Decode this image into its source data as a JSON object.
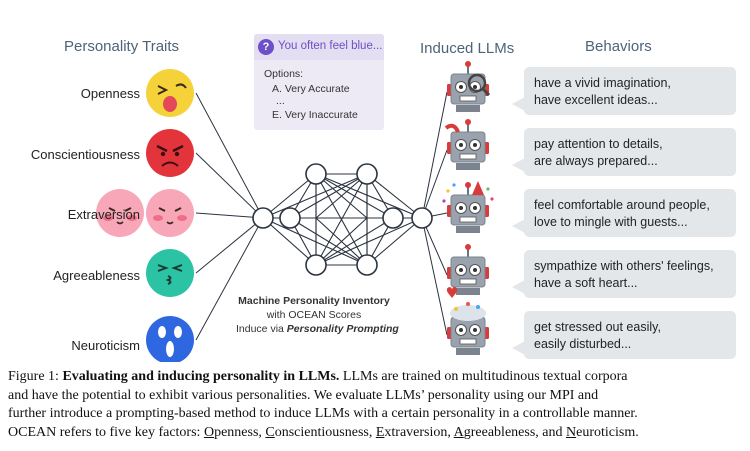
{
  "headers": {
    "traits": "Personality Traits",
    "llms": "Induced LLMs",
    "behaviors": "Behaviors"
  },
  "traits": [
    "Openness",
    "Conscientiousness",
    "Extraversion",
    "Agreeableness",
    "Neuroticism"
  ],
  "question": {
    "icon": "?",
    "text": "You often feel blue...",
    "options_label": "Options:",
    "option_a": "A. Very Accurate",
    "ellipsis": "...",
    "option_e": "E. Very Inaccurate"
  },
  "mpi": {
    "line1": "Machine Personality Inventory",
    "line2": "with OCEAN Scores",
    "line3_prefix": "Induce via ",
    "line3_em": "Personality Prompting"
  },
  "behaviors": [
    {
      "line1": "have a vivid imagination,",
      "line2": "have excellent ideas..."
    },
    {
      "line1": "pay attention to details,",
      "line2": "are always prepared..."
    },
    {
      "line1": "feel comfortable around people,",
      "line2": "love to mingle with guests..."
    },
    {
      "line1": "sympathize with others' feelings,",
      "line2": "have a soft heart..."
    },
    {
      "line1": "get stressed out easily,",
      "line2": "easily disturbed..."
    }
  ],
  "emoji_icons": [
    "winking-tongue-emoji",
    "angry-emoji",
    "blushing-emoji",
    "kissing-emoji",
    "screaming-emoji"
  ],
  "robot_icons": [
    "robot-magnifier",
    "robot-tools",
    "robot-party",
    "robot-heart",
    "robot-exploding"
  ],
  "colors": {
    "header": "#4e6379",
    "bubble": "#e4e7ea",
    "question_accent": "#6d4fc7",
    "emoji_yellow": "#f6d23a",
    "emoji_red": "#e4343b",
    "emoji_pink": "#f7a7b8",
    "emoji_teal": "#2cc3a5",
    "emoji_blue": "#2f67e0",
    "robot_grey": "#9aa3ad",
    "robot_red": "#d93a3a"
  },
  "caption": {
    "fig_label": "Figure 1: ",
    "bold": "Evaluating and inducing personality in LLMs.",
    "line1_rest": " LLMs are trained on multitudinous textual corpora",
    "line2": "and have the potential to exhibit various personalities. We evaluate LLMs’ personality using our MPI and",
    "line3": "further introduce a prompting-based method to induce LLMs with a certain personality in a controllable manner.",
    "line4_prefix": "OCEAN refers to five key factors: ",
    "factors": [
      {
        "initial": "O",
        "rest": "penness, "
      },
      {
        "initial": "C",
        "rest": "onscientiousness, "
      },
      {
        "initial": "E",
        "rest": "xtraversion, "
      },
      {
        "initial": "A",
        "rest": "greeableness, and "
      },
      {
        "initial": "N",
        "rest": "euroticism."
      }
    ]
  }
}
